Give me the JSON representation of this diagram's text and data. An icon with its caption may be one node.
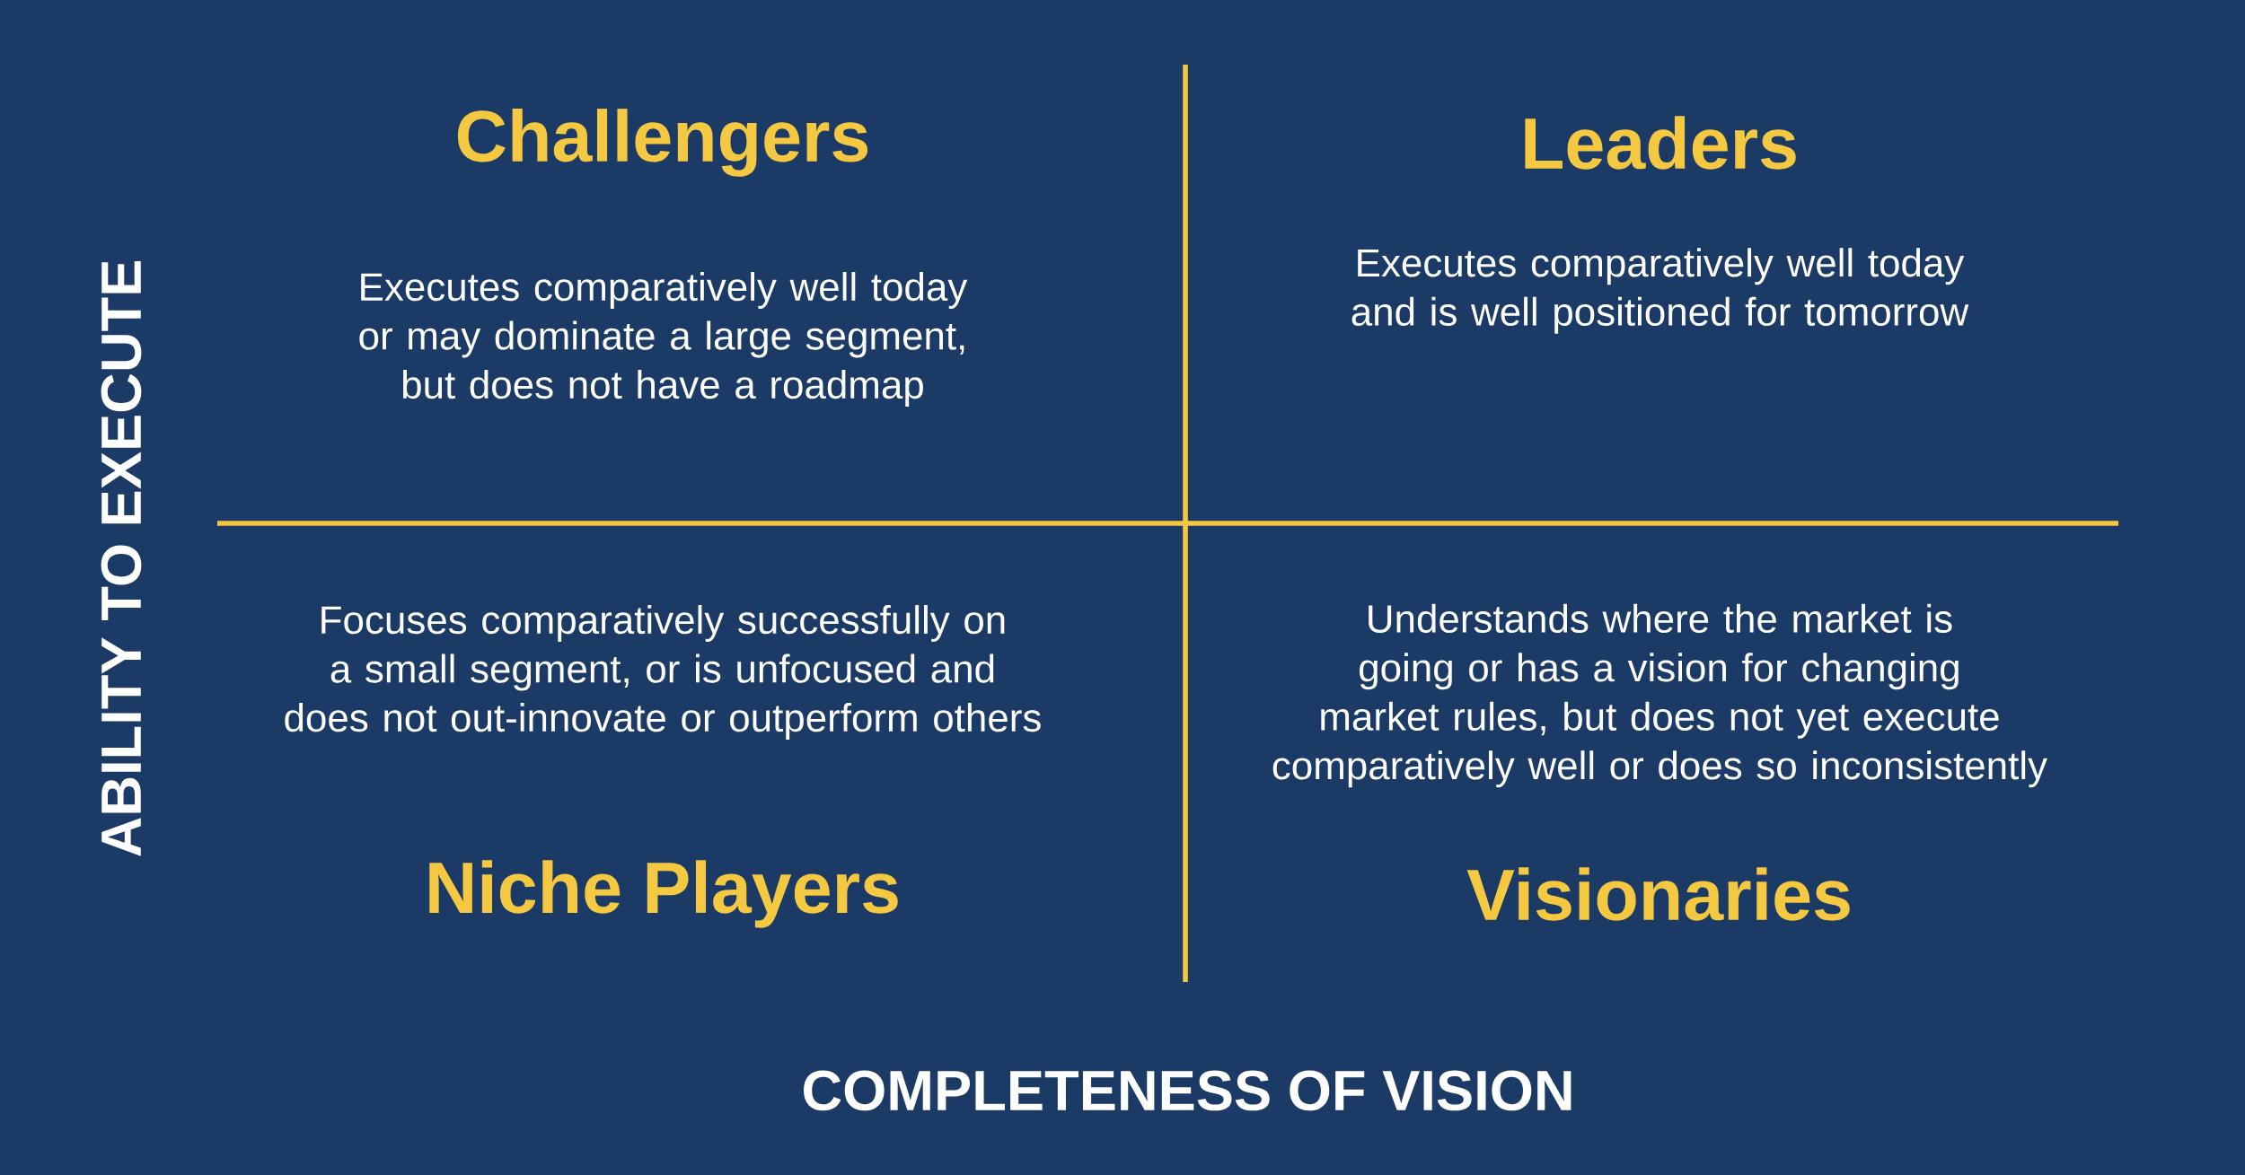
{
  "diagram": {
    "nodes": [
      {
        "text": [
          "Challengers",
          "Executes comparatively well today or may dominate a large segment, but does not have a roadmap"
        ]
      },
      {
        "text": [
          "Leaders",
          "Executes comparatively well today and is well positioned for tomorrow"
        ]
      },
      {
        "text": [
          "Focuses comparatively successfully on a small segment, or is unfocused and does not out-innovate or outperform others",
          "Niche Players"
        ]
      },
      {
        "text": [
          "Understands where the market is going or has a vision for changing market rules, but does not yet execute comparatively well or does so inconsistently",
          "Visionaries"
        ]
      }
    ],
    "labels": [
      "ABILITY TO EXECUTE",
      "COMPLETENESS OF VISION"
    ]
  }
}
